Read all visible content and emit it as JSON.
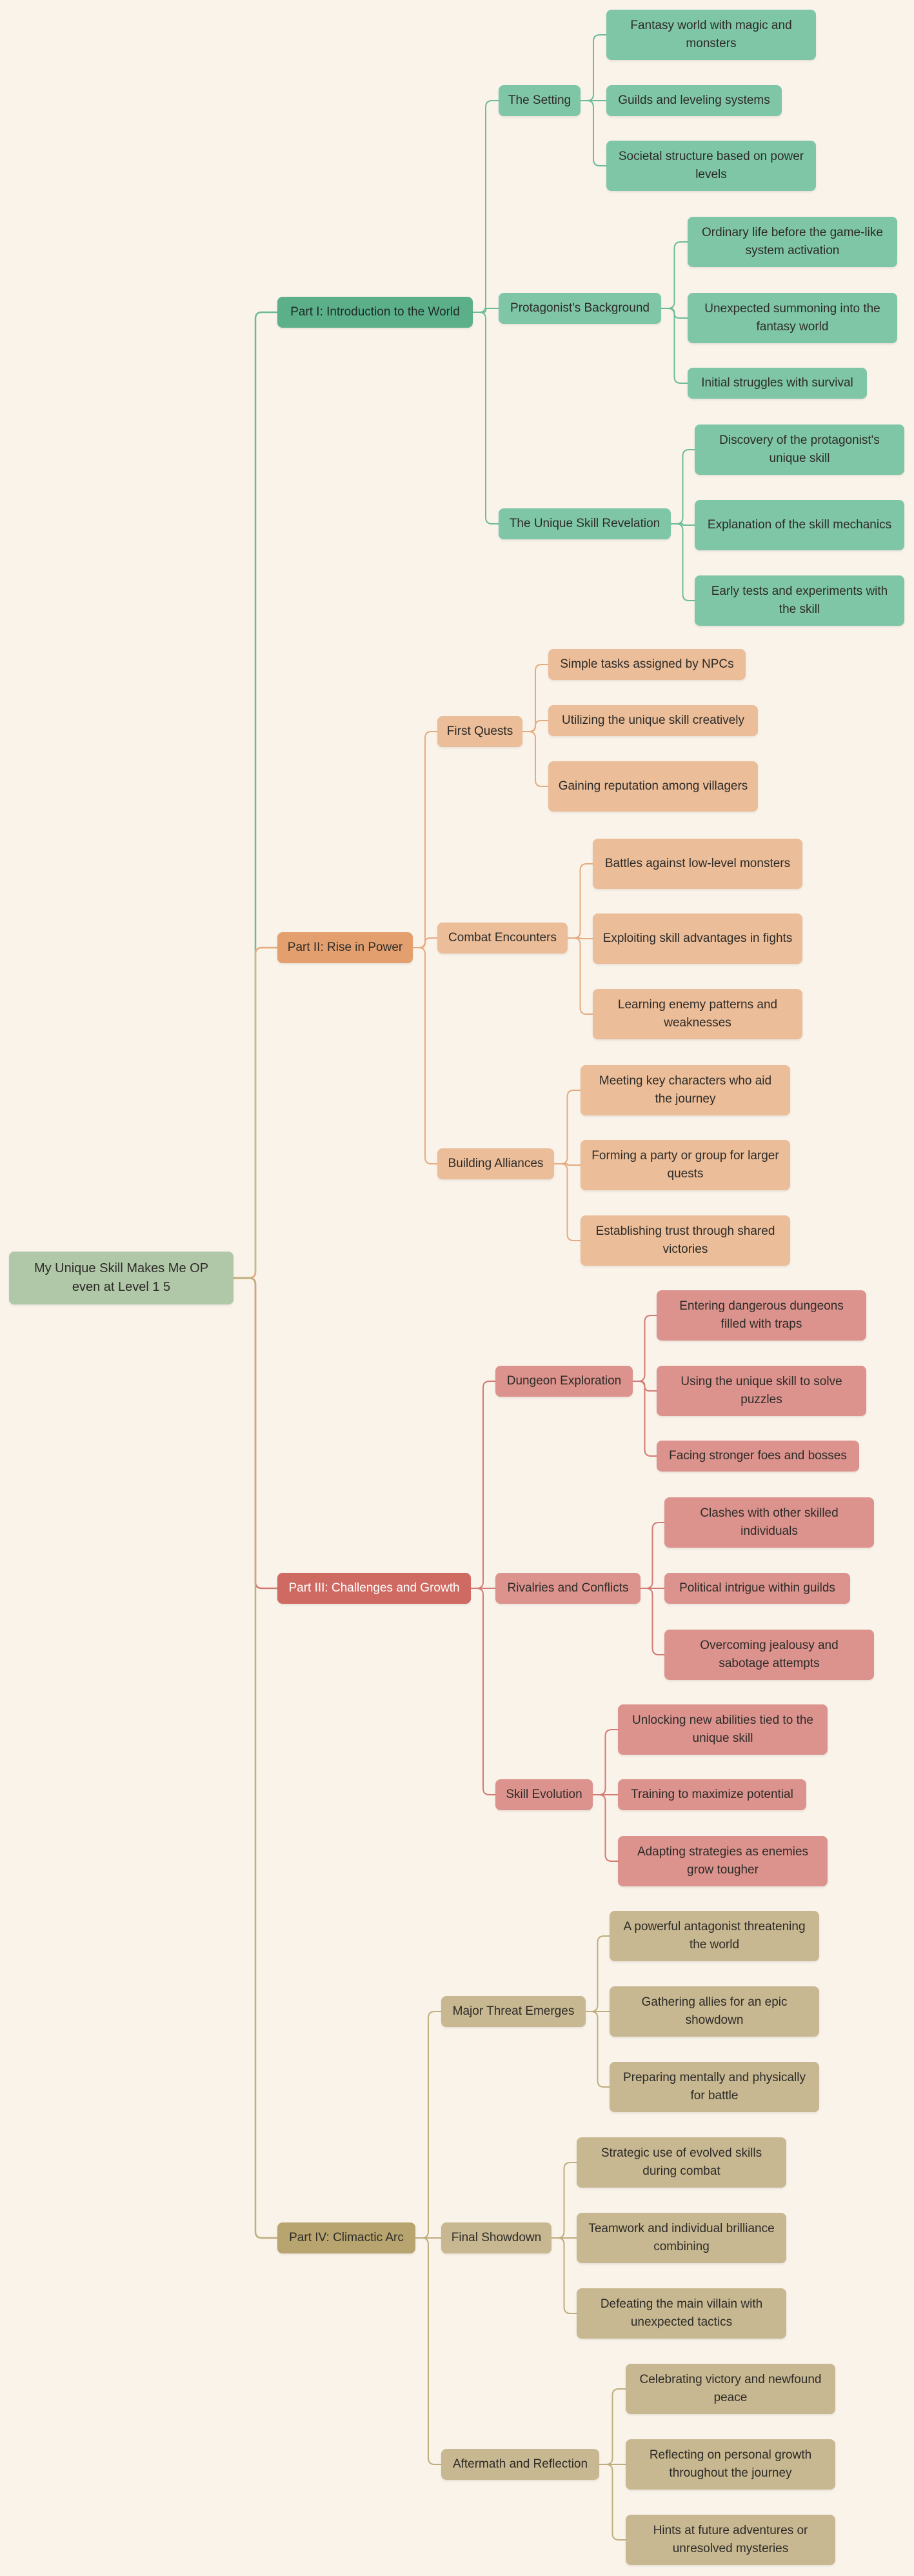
{
  "root": {
    "label": "My Unique Skill Makes Me OP even at Level 1 5",
    "color": "#b0c8a8"
  },
  "parts": [
    {
      "label": "Part I: Introduction to the World",
      "color": "#5bb08a",
      "light": "#7fc6a6",
      "line": "#6dbb98",
      "text": "#1f2a25",
      "children": [
        {
          "label": "The Setting",
          "leaves": [
            "Fantasy world with magic and monsters",
            "Guilds and leveling systems",
            "Societal structure based on power levels"
          ]
        },
        {
          "label": "Protagonist's Background",
          "leaves": [
            "Ordinary life before the game-like system activation",
            "Unexpected summoning into the fantasy world",
            "Initial struggles with survival"
          ]
        },
        {
          "label": "The Unique Skill Revelation",
          "leaves": [
            "Discovery of the protagonist's unique skill",
            "Explanation of the skill mechanics",
            "Early tests and experiments with the skill"
          ]
        }
      ]
    },
    {
      "label": "Part II: Rise in Power",
      "color": "#e3a06e",
      "light": "#ebbd98",
      "line": "#e6ab7f",
      "text": "#2d2b28",
      "children": [
        {
          "label": "First Quests",
          "leaves": [
            "Simple tasks assigned by NPCs",
            "Utilizing the unique skill creatively",
            "Gaining reputation among villagers"
          ]
        },
        {
          "label": "Combat Encounters",
          "leaves": [
            "Battles against low-level monsters",
            "Exploiting skill advantages in fights",
            "Learning enemy patterns and weaknesses"
          ]
        },
        {
          "label": "Building Alliances",
          "leaves": [
            "Meeting key characters who aid the journey",
            "Forming a party or group for larger quests",
            "Establishing trust through shared victories"
          ]
        }
      ]
    },
    {
      "label": "Part III: Challenges and Growth",
      "color": "#cf6a62",
      "light": "#dc938d",
      "line": "#d27a73",
      "text": "#ffffff",
      "children": [
        {
          "label": "Dungeon Exploration",
          "leaves": [
            "Entering dangerous dungeons filled with traps",
            "Using the unique skill to solve puzzles",
            "Facing stronger foes and bosses"
          ]
        },
        {
          "label": "Rivalries and Conflicts",
          "leaves": [
            "Clashes with other skilled individuals",
            "Political intrigue within guilds",
            "Overcoming jealousy and sabotage attempts"
          ]
        },
        {
          "label": "Skill Evolution",
          "leaves": [
            "Unlocking new abilities tied to the unique skill",
            "Training to maximize potential",
            "Adapting strategies as enemies grow tougher"
          ]
        }
      ]
    },
    {
      "label": "Part IV: Climactic Arc",
      "color": "#b8a46e",
      "light": "#c8b891",
      "line": "#bfad7e",
      "text": "#2d2b28",
      "children": [
        {
          "label": "Major Threat Emerges",
          "leaves": [
            "A powerful antagonist threatening the world",
            "Gathering allies for an epic showdown",
            "Preparing mentally and physically for battle"
          ]
        },
        {
          "label": "Final Showdown",
          "leaves": [
            "Strategic use of evolved skills during combat",
            "Teamwork and individual brilliance combining",
            "Defeating the main villain with unexpected tactics"
          ]
        },
        {
          "label": "Aftermath and Reflection",
          "leaves": [
            "Celebrating victory and newfound peace",
            "Reflecting on personal growth throughout the journey",
            "Hints at future adventures or unresolved mysteries"
          ]
        }
      ]
    }
  ]
}
